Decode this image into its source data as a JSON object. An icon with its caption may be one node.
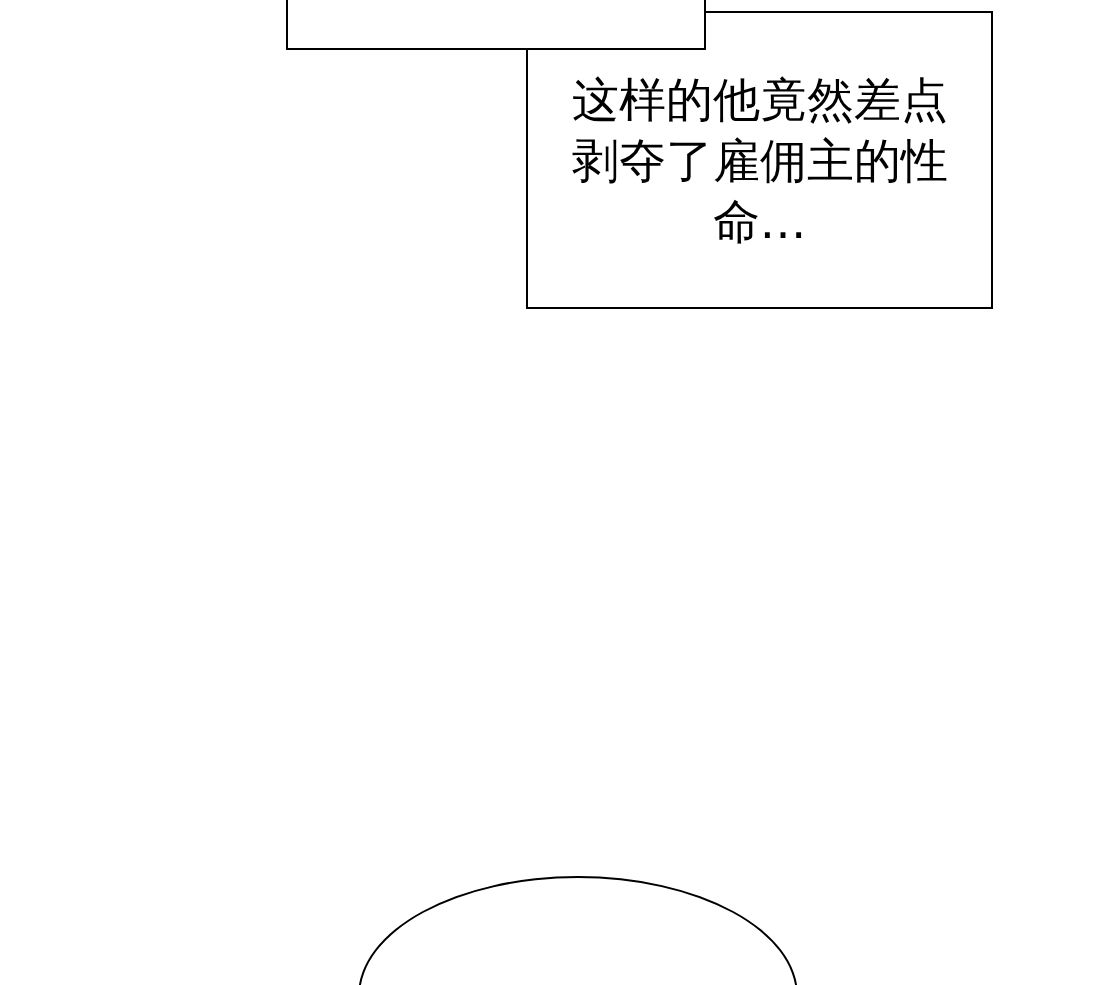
{
  "diagram": {
    "nodes": [
      {
        "text": [],
        "shape": "box"
      },
      {
        "text": [
          "这样的他竟然差点剥夺了雇佣主的性命…"
        ]
      },
      {
        "text": [],
        "shape": "bubble"
      }
    ]
  }
}
